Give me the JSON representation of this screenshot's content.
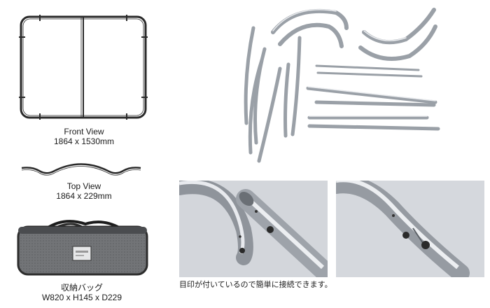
{
  "front_view": {
    "title": "Front View",
    "dimensions": "1864 x 1530mm"
  },
  "top_view": {
    "title": "Top View",
    "dimensions": "1864 x 229mm"
  },
  "bag": {
    "title": "収納バッグ",
    "dimensions": "W820 x H145 x D229"
  },
  "connection_note": "目印が付いているので簡単に接続できます。",
  "colors": {
    "frame_line": "#2a2a2a",
    "tube_light": "#e4e6ea",
    "tube_dark": "#8c9096",
    "photo_bg": "#d6d9de",
    "bag_body": "#6e7073"
  }
}
